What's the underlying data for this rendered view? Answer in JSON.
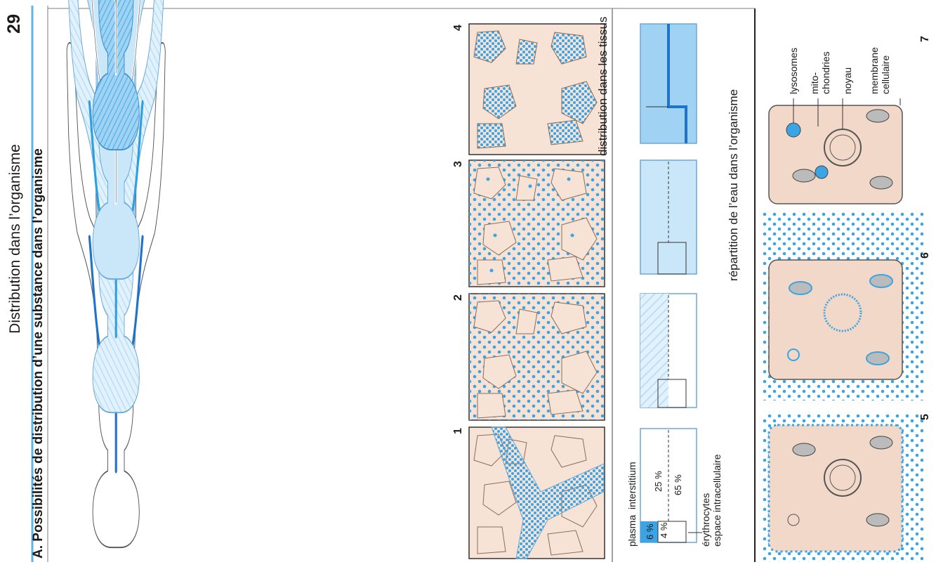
{
  "page_number": "29",
  "page_title": "Distribution dans l’organisme",
  "section_title": "A. Possibilités de distribution d’une substance dans l’organisme",
  "panel_numbers": [
    "1",
    "2",
    "3",
    "4",
    "5",
    "6",
    "7"
  ],
  "labels": {
    "tissues_caption": "distribution dans les tissus",
    "water_caption": "répartition de l’eau dans l’organisme",
    "plasma": "plasma",
    "interstitium": "interstitium",
    "erythrocytes": "érythrocytes",
    "intracellular": "espace intracellulaire"
  },
  "water_percentages": {
    "plasma": "6 %",
    "erythrocytes": "4 %",
    "interstitium": "25 %",
    "intracellular": "65 %"
  },
  "cell_labels": {
    "lysosomes": "lysosomes",
    "mito1": "mito-",
    "mito2": "chondries",
    "noyau": "noyau",
    "membrane1": "membrane",
    "membrane2": "cellulaire"
  },
  "colors": {
    "blue": "#2f9fe0",
    "dark_blue": "#1f73c9",
    "light_blue": "#b9def5",
    "hatch_blue": "#c9e7f9",
    "tissue": "#f6e3d6",
    "cell": "#f2d8c8"
  }
}
